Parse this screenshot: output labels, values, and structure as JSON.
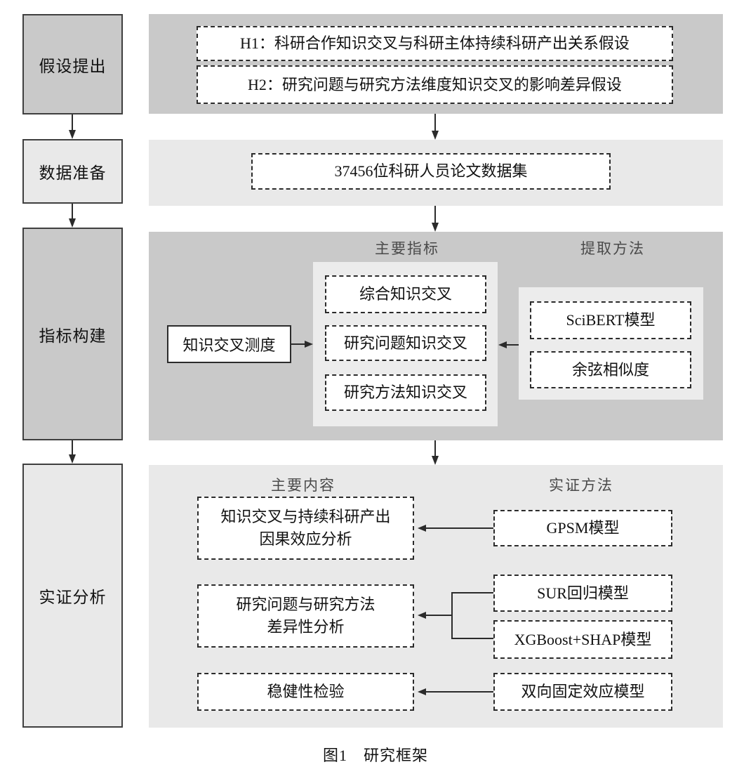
{
  "figure": {
    "caption": "图1　研究框架"
  },
  "colors": {
    "panel_dark": "#c9c9c9",
    "panel_light": "#e9e9e9",
    "inner_panel": "#ececec",
    "box_fill": "#ffffff",
    "line": "#2b2b2b"
  },
  "stages": [
    {
      "label": "假设提出"
    },
    {
      "label": "数据准备"
    },
    {
      "label": "指标构建"
    },
    {
      "label": "实证分析"
    }
  ],
  "hypothesis_panel": {
    "items": [
      {
        "label": "H1：科研合作知识交叉与科研主体持续科研产出关系假设"
      },
      {
        "label": "H2：研究问题与研究方法维度知识交叉的影响差异假设"
      }
    ]
  },
  "data_panel": {
    "dataset_label": "37456位科研人员论文数据集"
  },
  "indicator_panel": {
    "indicators_header": "主要指标",
    "extraction_header": "提取方法",
    "measure_label": "知识交叉测度",
    "indicators": [
      {
        "label": "综合知识交叉"
      },
      {
        "label": "研究问题知识交叉"
      },
      {
        "label": "研究方法知识交叉"
      }
    ],
    "extraction_methods": [
      {
        "label": "SciBERT模型"
      },
      {
        "label": "余弦相似度"
      }
    ]
  },
  "empirical_panel": {
    "contents_header": "主要内容",
    "methods_header": "实证方法",
    "contents": [
      {
        "label": "知识交叉与持续科研产出\n因果效应分析"
      },
      {
        "label": "研究问题与研究方法\n差异性分析"
      },
      {
        "label": "稳健性检验"
      }
    ],
    "methods": [
      {
        "label": "GPSM模型"
      },
      {
        "label": "SUR回归模型"
      },
      {
        "label": "XGBoost+SHAP模型"
      },
      {
        "label": "双向固定效应模型"
      }
    ]
  }
}
